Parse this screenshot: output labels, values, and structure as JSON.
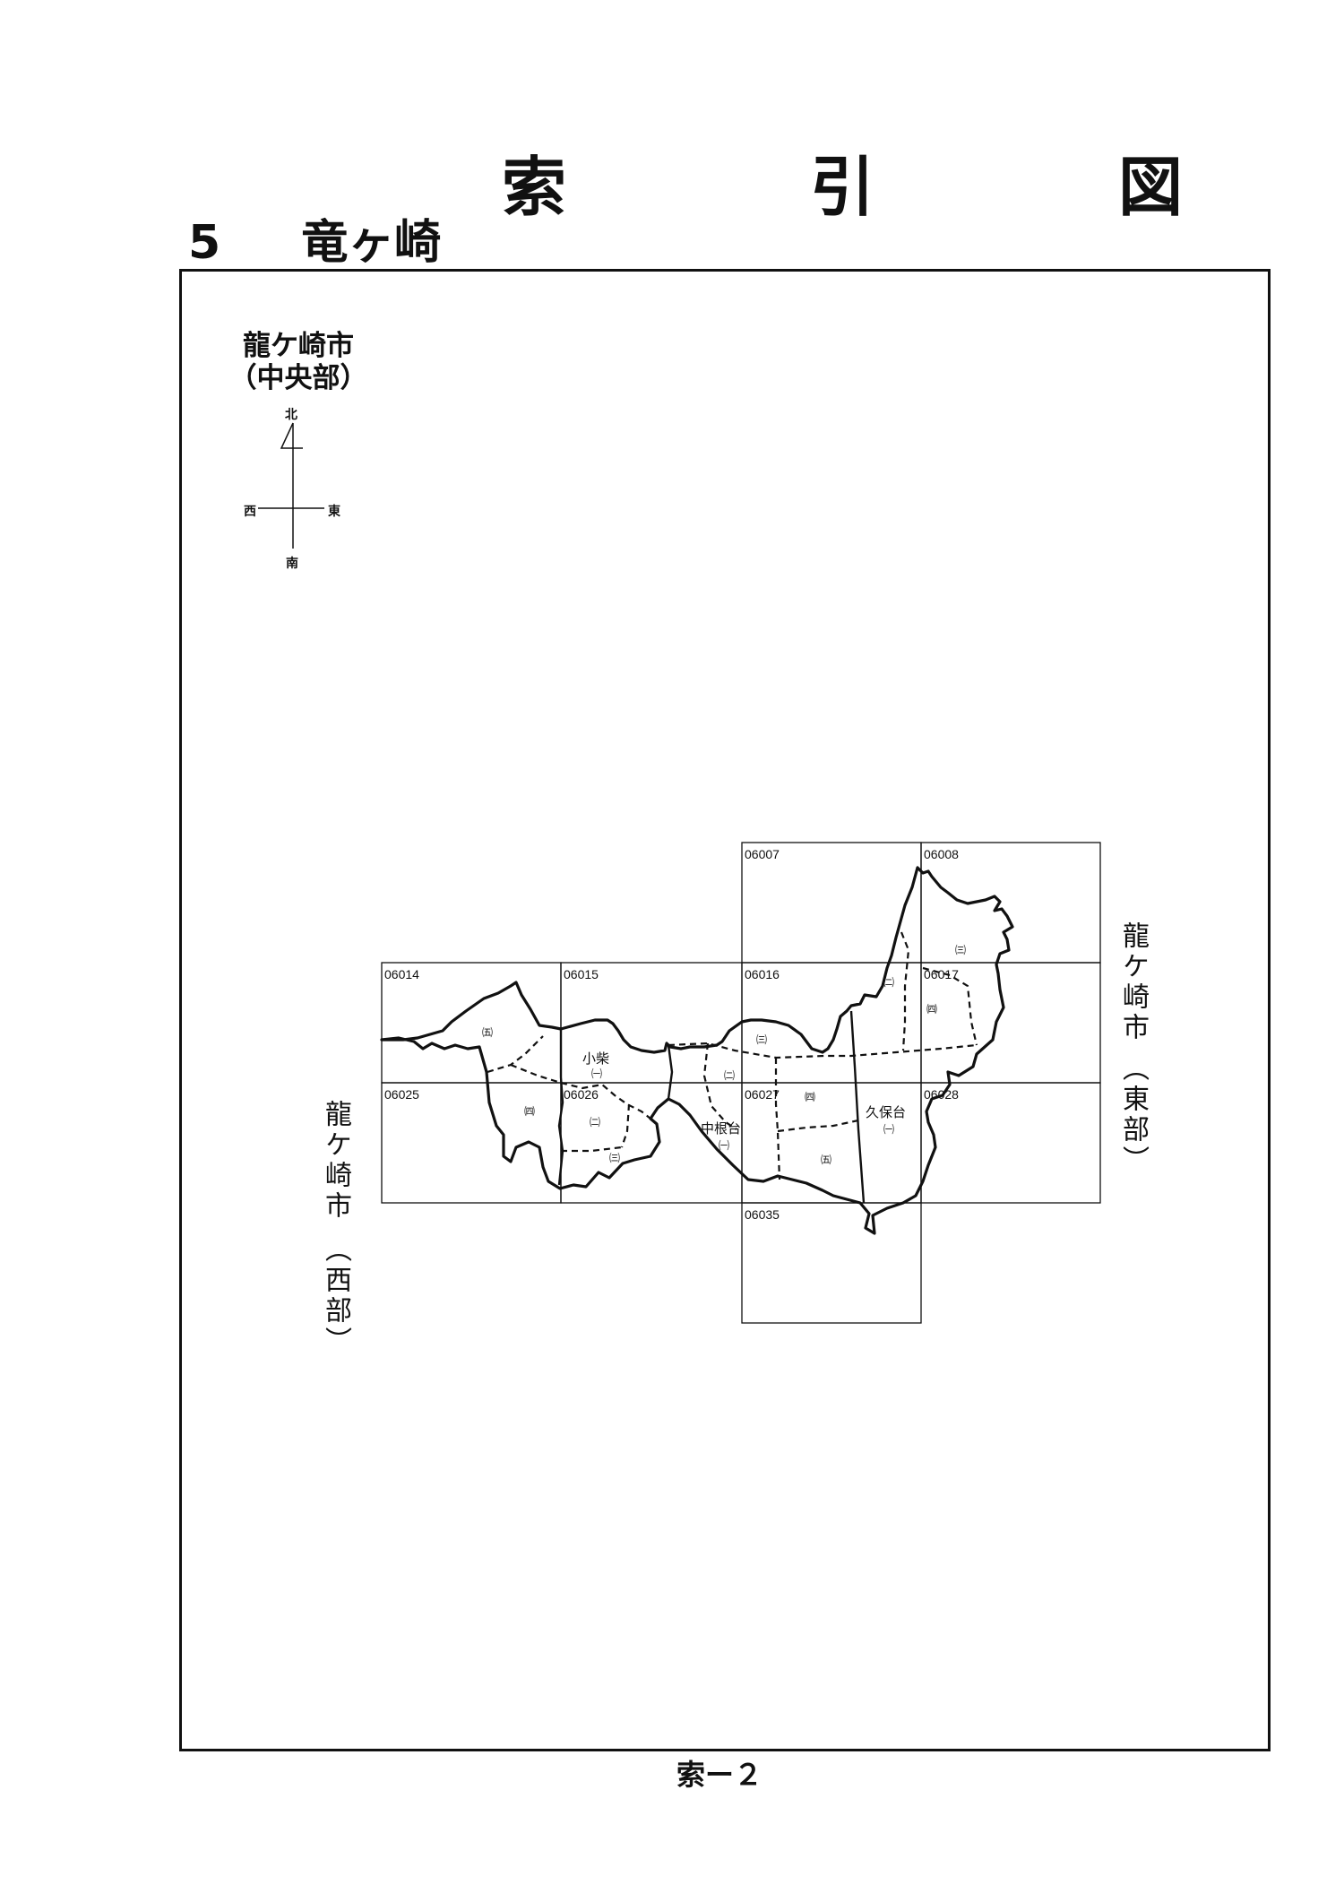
{
  "header": {
    "title": "索　引　図",
    "section_number": "5",
    "section_name": "竜ヶ崎"
  },
  "legend": {
    "city_name": "龍ケ崎市",
    "area_name": "（中央部）",
    "compass": {
      "north": "北",
      "south": "南",
      "east": "東",
      "west": "西"
    }
  },
  "neighbors": {
    "east": {
      "name": "龍ケ崎市",
      "part": "（東部）"
    },
    "west": {
      "name": "龍ケ崎市",
      "part": "（西部）"
    }
  },
  "grid_cells": [
    {
      "code": "06007"
    },
    {
      "code": "06008"
    },
    {
      "code": "06014"
    },
    {
      "code": "06015"
    },
    {
      "code": "06016"
    },
    {
      "code": "06017"
    },
    {
      "code": "06025"
    },
    {
      "code": "06026"
    },
    {
      "code": "06027"
    },
    {
      "code": "06028"
    },
    {
      "code": "06035"
    }
  ],
  "places": [
    {
      "name": "小柴"
    },
    {
      "name": "中根台"
    },
    {
      "name": "久保台"
    }
  ],
  "subdivisions": [
    {
      "label": "㈤"
    },
    {
      "label": "㈠"
    },
    {
      "label": "㈣"
    },
    {
      "label": "㈡"
    },
    {
      "label": "㈢"
    },
    {
      "label": "㈢"
    },
    {
      "label": "㈡"
    },
    {
      "label": "㈠"
    },
    {
      "label": "㈣"
    },
    {
      "label": "㈤"
    },
    {
      "label": "㈢"
    },
    {
      "label": "㈡"
    },
    {
      "label": "㈣"
    },
    {
      "label": "㈠"
    }
  ],
  "footer": {
    "page_label": "索ー２"
  }
}
